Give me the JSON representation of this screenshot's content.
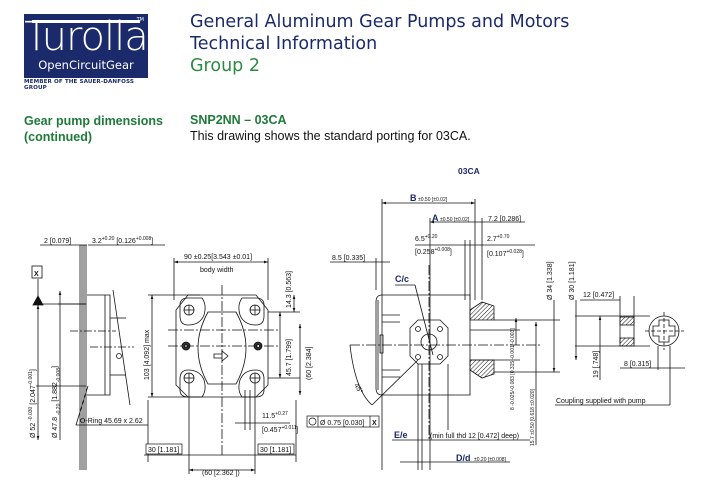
{
  "logo": {
    "wordmark": "Turolla",
    "trademark": "TM",
    "subtitle": "OpenCircuitGear",
    "member": "MEMBER OF THE SAUER-DANFOSS GROUP",
    "brand_color": "#1b2a6b"
  },
  "header": {
    "line1": "General Aluminum Gear Pumps and Motors",
    "line2": "Technical Information",
    "line3": "Group 2",
    "title_color": "#1b2a6b",
    "group_color": "#2e8b45"
  },
  "section": {
    "label_line1": "Gear pump dimensions",
    "label_line2": "(continued)",
    "model": "SNP2NN – 03CA",
    "description": "This drawing shows the standard porting for 03CA.",
    "label_color": "#1f7a3a"
  },
  "figure": {
    "id": "03CA",
    "side_view": {
      "datum": "X",
      "dim_flange": "2 [0.079]",
      "dim_pilot_depth": "3.2",
      "dim_pilot_depth_tol_upper": "+0.20",
      "dim_pilot_depth_tol_lower": "0",
      "dim_pilot_depth_in": "[0.126",
      "dim_pilot_depth_in_tol_upper": "+0.008",
      "dim_pilot_depth_in_tol_lower": "0",
      "dim_pilot_dia": "Ø 52",
      "dim_pilot_dia_tol_upper": "-0.030",
      "dim_pilot_dia_tol_lower": "-0.060",
      "dim_pilot_dia_in": "[2.047",
      "dim_pilot_dia_in_tol_upper": "-0.001",
      "dim_pilot_dia_in_tol_lower": "-0.002",
      "dim_oring_dia": "Ø 47.8",
      "dim_oring_dia_tol_upper": "0",
      "dim_oring_dia_tol_lower": "-0.20",
      "dim_oring_dia_in": "[1.882",
      "dim_oring_dia_in_tol_upper": "0",
      "dim_oring_dia_in_tol_lower": "-0.008",
      "oring_label": "O-Ring 45.69 x 2.62"
    },
    "front_view": {
      "dim_body_width": "90 ±0.25[3.543 ±0.01]",
      "body_width_label": "body width",
      "dim_height_max": "103 [4.092] max",
      "dim_top_offset": "14.3 [0.563]",
      "dim_bolt_vertical": "45.7 [1.799]",
      "dim_bolt_spacing": "(60 [2.384]",
      "dim_left_offset": "30 [1.181]",
      "dim_right_offset": "30 [1.181]",
      "dim_bottom_spacing": "(60 [2.362 ])",
      "dim_bolt_hole": "11.5",
      "dim_bolt_hole_tol_upper": "+0.27",
      "dim_bolt_hole_tol_lower": "0",
      "dim_bolt_hole_in": "[0.457",
      "dim_bolt_hole_in_tol_upper": "+0.011",
      "dim_bolt_hole_in_tol_lower": "0",
      "position_tolerance": "Ø 0.75 [0.030]",
      "position_datum": "X"
    },
    "rear_view": {
      "dim_B": "B",
      "dim_B_tol": "±0.50 [±0.02]",
      "dim_A": "A",
      "dim_A_tol": "±0.50 [±0.02]",
      "dim_7_2": "7.2 [0.286]",
      "dim_6_5": "6.5",
      "dim_6_5_tol_upper": "+0.20",
      "dim_6_5_tol_lower": "0",
      "dim_6_5_in": "[0.258",
      "dim_6_5_in_tol_upper": "+0.008",
      "dim_6_5_in_tol_lower": "0",
      "dim_2_7": "2.7",
      "dim_2_7_tol_upper": "+0.70",
      "dim_2_7_tol_lower": "0",
      "dim_2_7_in": "[0.107",
      "dim_2_7_in_tol_upper": "+0.028",
      "dim_2_7_in_tol_lower": "0",
      "dim_8_5": "8.5 [0.335]",
      "label_Cc": "C/c",
      "angle": "45°",
      "label_Ee": "E/e",
      "thread_note": "(min full thd 12 [0.472] deep)",
      "label_Dd": "D/d",
      "dim_Dd_tol": "±0.20 [±0.008]",
      "dim_shaft_dia_34": "Ø 34 [1.338]",
      "dim_shaft_dia_30": "Ø 30 [1.181]",
      "dim_key": "8 -0.025/-0.083 [0.315 -0.001/-0.003]",
      "dim_15_7": "15.7 ±0.50 [0.618 ±0.020]"
    },
    "coupling": {
      "dim_width": "12 [0.472]",
      "dim_length": "19 [.748]",
      "dim_tang": "8 [0.315]",
      "note": "Coupling supplied with pump"
    }
  }
}
